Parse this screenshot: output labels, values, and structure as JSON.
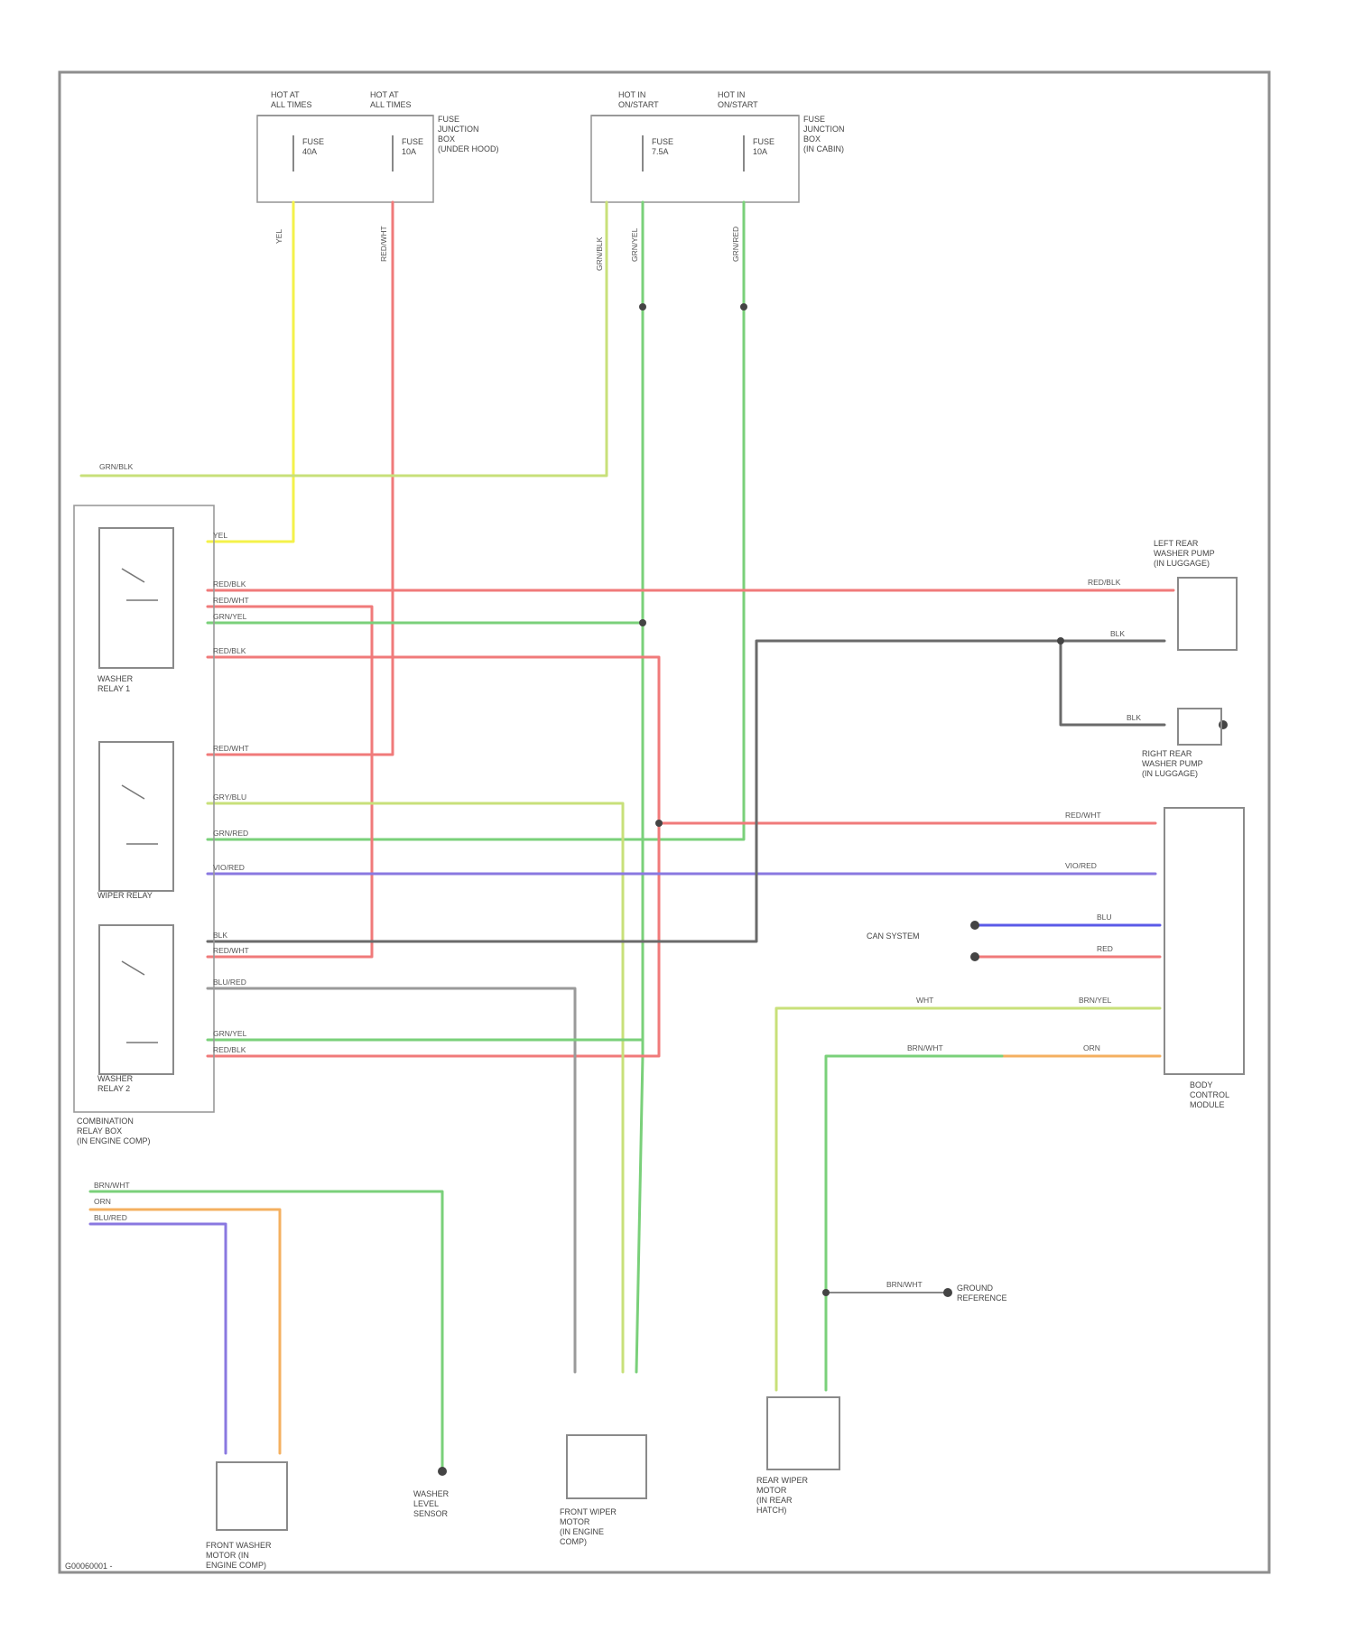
{
  "page_code": "G00060001 -",
  "fuses": {
    "left_a_header": "HOT AT\nALL TIMES",
    "left_b_header": "HOT AT\nALL TIMES",
    "right_a_header": "HOT IN\nON/START",
    "right_b_header": "HOT IN\nON/START",
    "left_a_rating": "FUSE\n40A",
    "left_b_rating": "FUSE\n10A",
    "right_a_rating": "FUSE\n7.5A",
    "right_b_rating": "FUSE\n10A",
    "left_box_label": "FUSE\nJUNCTION\nBOX\n(UNDER HOOD)",
    "right_box_label": "FUSE\nJUNCTION\nBOX\n(IN CABIN)"
  },
  "components": {
    "relay1": "WASHER\nRELAY 1",
    "relay2": "WIPER RELAY",
    "relay3": "WASHER\nRELAY 2",
    "relay_box": "COMBINATION\nRELAY BOX\n(IN ENGINE COMP)",
    "rear_left_comp": "LEFT REAR\nWASHER PUMP\n(IN LUGGAGE)",
    "rear_right_comp": "RIGHT REAR\nWASHER PUMP\n(IN LUGGAGE)",
    "body_ecu": "BODY\nCONTROL\nMODULE",
    "can_system": "CAN SYSTEM",
    "front_washer_motor": "FRONT WASHER\nMOTOR (IN\nENGINE COMP)",
    "washer_level": "WASHER\nLEVEL\nSENSOR",
    "front_wiper_motor": "FRONT WIPER\nMOTOR\n(IN ENGINE\nCOMP)",
    "rear_wiper_motor": "REAR WIPER\nMOTOR\n(IN REAR\nHATCH)",
    "ground_ref": "GROUND\nREFERENCE"
  },
  "wire_labels": {
    "yel": "YEL",
    "red_wht": "RED/WHT",
    "grn_blk": "GRN/BLK",
    "grn_yel": "GRN/YEL",
    "grn_red": "GRN/RED",
    "blk": "BLK",
    "blu_red": "BLU/RED",
    "red_blk": "RED/BLK",
    "orn": "ORN",
    "blu": "BLU",
    "red": "RED",
    "brn_wht": "BRN/WHT",
    "wht": "WHT",
    "brn_yel": "BRN/YEL",
    "gry_blu": "GRY/BLU",
    "vio_red": "VIO/RED"
  },
  "colors": {
    "yellow": "#f4f24a",
    "red": "#f07a7a",
    "green": "#7ad07a",
    "light_green": "#c8e07a",
    "gray": "#6a6a6a",
    "purple": "#8a78e0",
    "blue": "#5a5ae8",
    "orange": "#f4b060"
  }
}
